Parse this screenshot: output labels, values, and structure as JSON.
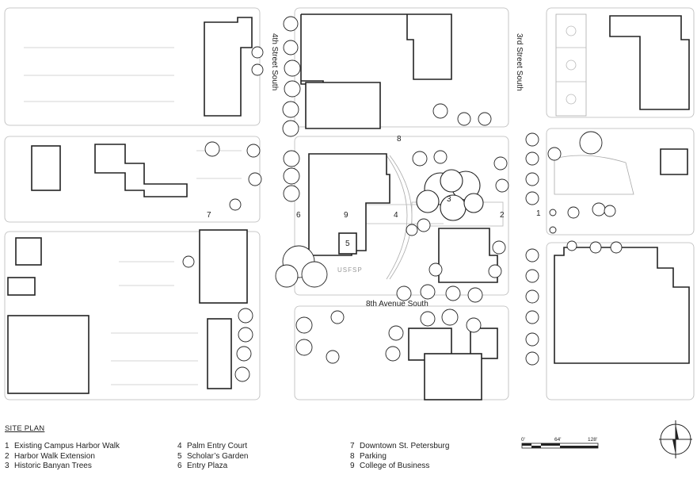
{
  "streets": {
    "fourth": "4th Street South",
    "third": "3rd Street South",
    "eighth_ave": "8th Avenue South"
  },
  "site_numbers": {
    "n1": "1",
    "n2": "2",
    "n3": "3",
    "n4": "4",
    "n5": "5",
    "n6": "6",
    "n7": "7",
    "n8": "8",
    "n9": "9"
  },
  "building_logo": "USFSP",
  "legend": {
    "title": "SITE PLAN",
    "items": [
      {
        "num": "1",
        "label": "Existing Campus Harbor Walk"
      },
      {
        "num": "2",
        "label": "Harbor Walk Extension"
      },
      {
        "num": "3",
        "label": "Historic Banyan Trees"
      },
      {
        "num": "4",
        "label": "Palm Entry Court"
      },
      {
        "num": "5",
        "label": "Scholar’s Garden"
      },
      {
        "num": "6",
        "label": "Entry Plaza"
      },
      {
        "num": "7",
        "label": "Downtown St. Petersburg"
      },
      {
        "num": "8",
        "label": "Parking"
      },
      {
        "num": "9",
        "label": "College of Business"
      }
    ]
  },
  "scale_bar": {
    "label_0": "0'",
    "label_64": "64'",
    "label_128": "128'"
  },
  "colors": {
    "line": "#222222",
    "light_line": "#b8b8b8",
    "paper": "#ffffff"
  }
}
